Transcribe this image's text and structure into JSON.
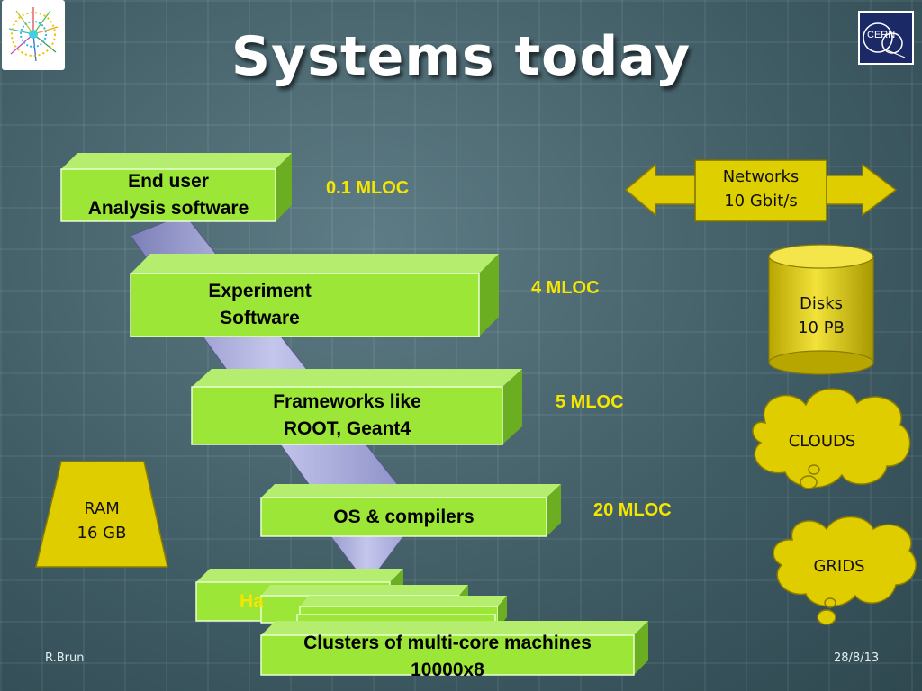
{
  "title": "Systems today",
  "layers": [
    {
      "line1": "End user",
      "line2": "Analysis software",
      "mloc": "0.1 MLOC"
    },
    {
      "line1": "Experiment",
      "line2": "Software",
      "mloc": "4 MLOC"
    },
    {
      "line1": "Frameworks like",
      "line2": "ROOT, Geant4",
      "mloc": "5 MLOC"
    },
    {
      "line1": "OS & compilers",
      "mloc": "20 MLOC"
    }
  ],
  "hardware_partial": "Ha",
  "clusters": {
    "line1": "Clusters of multi-core machines",
    "line2": "10000x8"
  },
  "resources": {
    "networks": {
      "line1": "Networks",
      "line2": "10 Gbit/s"
    },
    "disks": {
      "line1": "Disks",
      "line2": "10 PB"
    },
    "clouds": "CLOUDS",
    "grids": "GRIDS",
    "ram": {
      "line1": "RAM",
      "line2": "16 GB"
    }
  },
  "logo_text": "CERN",
  "footer": {
    "author": "R.Brun",
    "date": "28/8/13"
  },
  "colors": {
    "box_green": "#9be637",
    "mloc_yellow": "#f4e600",
    "resource_yellow": "#e0cd00",
    "arrow": "#a4a7d6"
  }
}
